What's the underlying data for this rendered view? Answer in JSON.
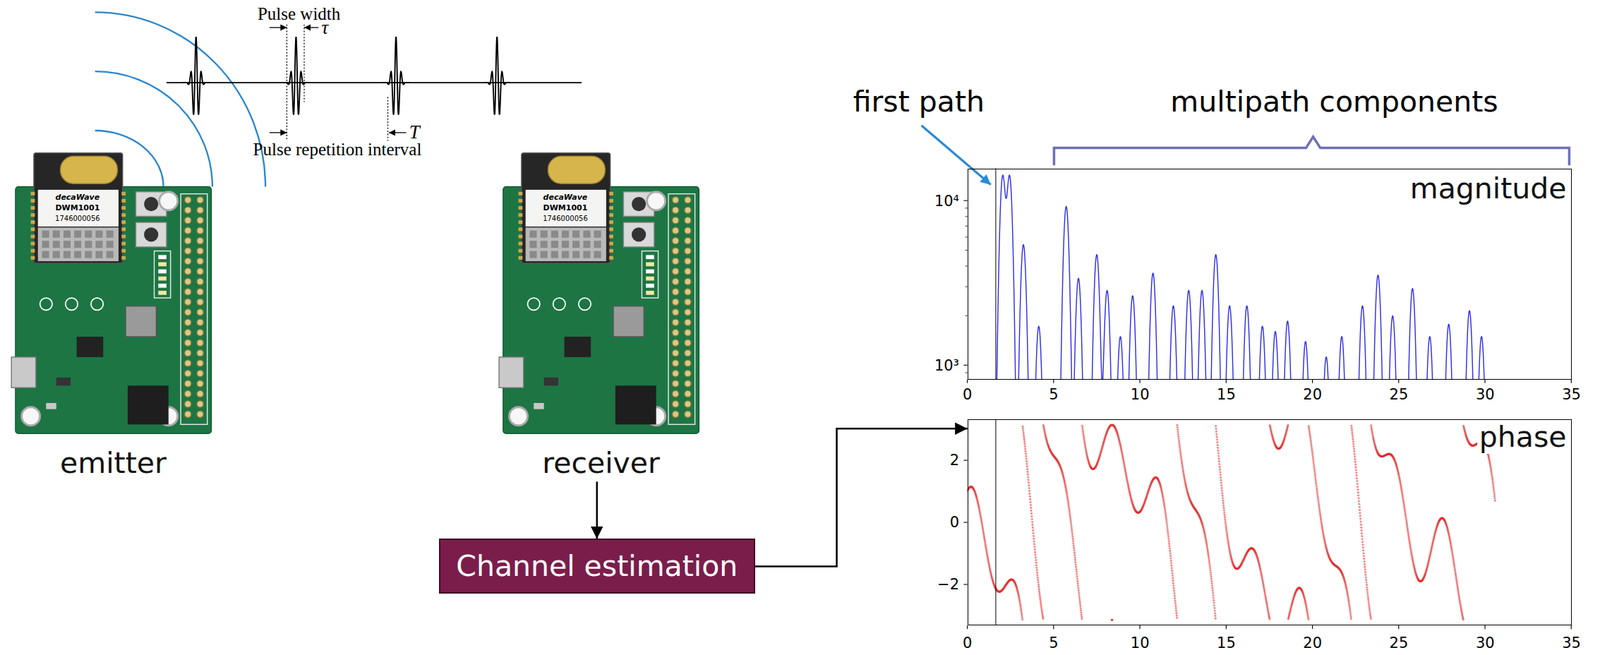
{
  "diagram": {
    "nodes": [
      {
        "text": [
          "emitter"
        ]
      },
      {
        "text": [
          "receiver"
        ]
      },
      {
        "text": [
          "Channel estimation"
        ]
      },
      {
        "text": [
          "magnitude"
        ]
      },
      {
        "text": [
          "phase"
        ]
      }
    ],
    "edges": [
      {
        "from": 1,
        "to": 2,
        "arrow": "to"
      },
      {
        "from": 2,
        "to": 4,
        "arrow": "to"
      }
    ],
    "labels": [
      "Pulse width",
      "τ",
      "Pulse repetition interval",
      "T",
      "decaWave",
      "DWM1001",
      "1746000056",
      "decaWave",
      "DWM1001",
      "1746000056",
      "first path",
      "multipath components",
      "10⁴",
      "10³",
      "0",
      "5",
      "10",
      "15",
      "20",
      "25",
      "30",
      "35",
      "2",
      "0",
      "−2",
      "0",
      "5",
      "10",
      "15",
      "20",
      "25",
      "30",
      "35"
    ]
  }
}
